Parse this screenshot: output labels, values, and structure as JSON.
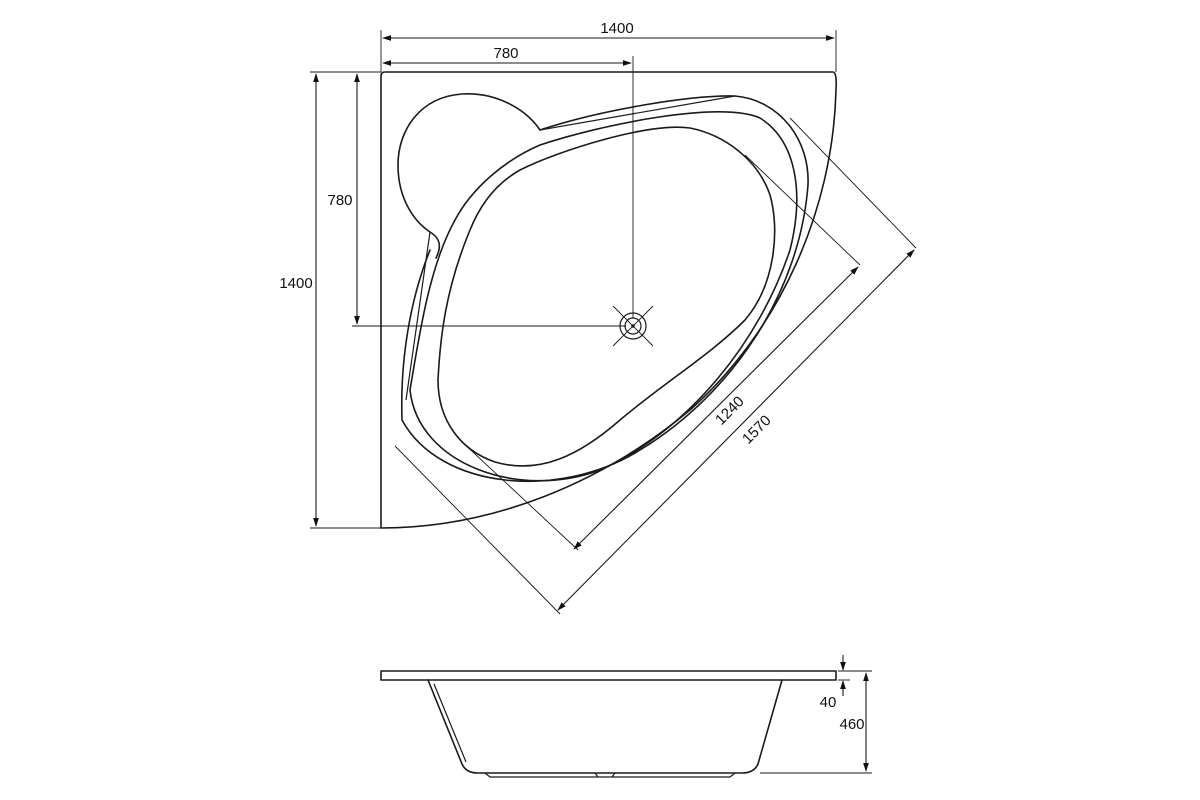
{
  "drawing": {
    "top_view": {
      "width_overall": "1400",
      "width_to_drain": "780",
      "height_to_drain": "780",
      "height_overall": "1400",
      "diagonal_inner": "1240",
      "diagonal_outer": "1570"
    },
    "side_view": {
      "rim_thickness": "40",
      "total_height": "460"
    }
  }
}
